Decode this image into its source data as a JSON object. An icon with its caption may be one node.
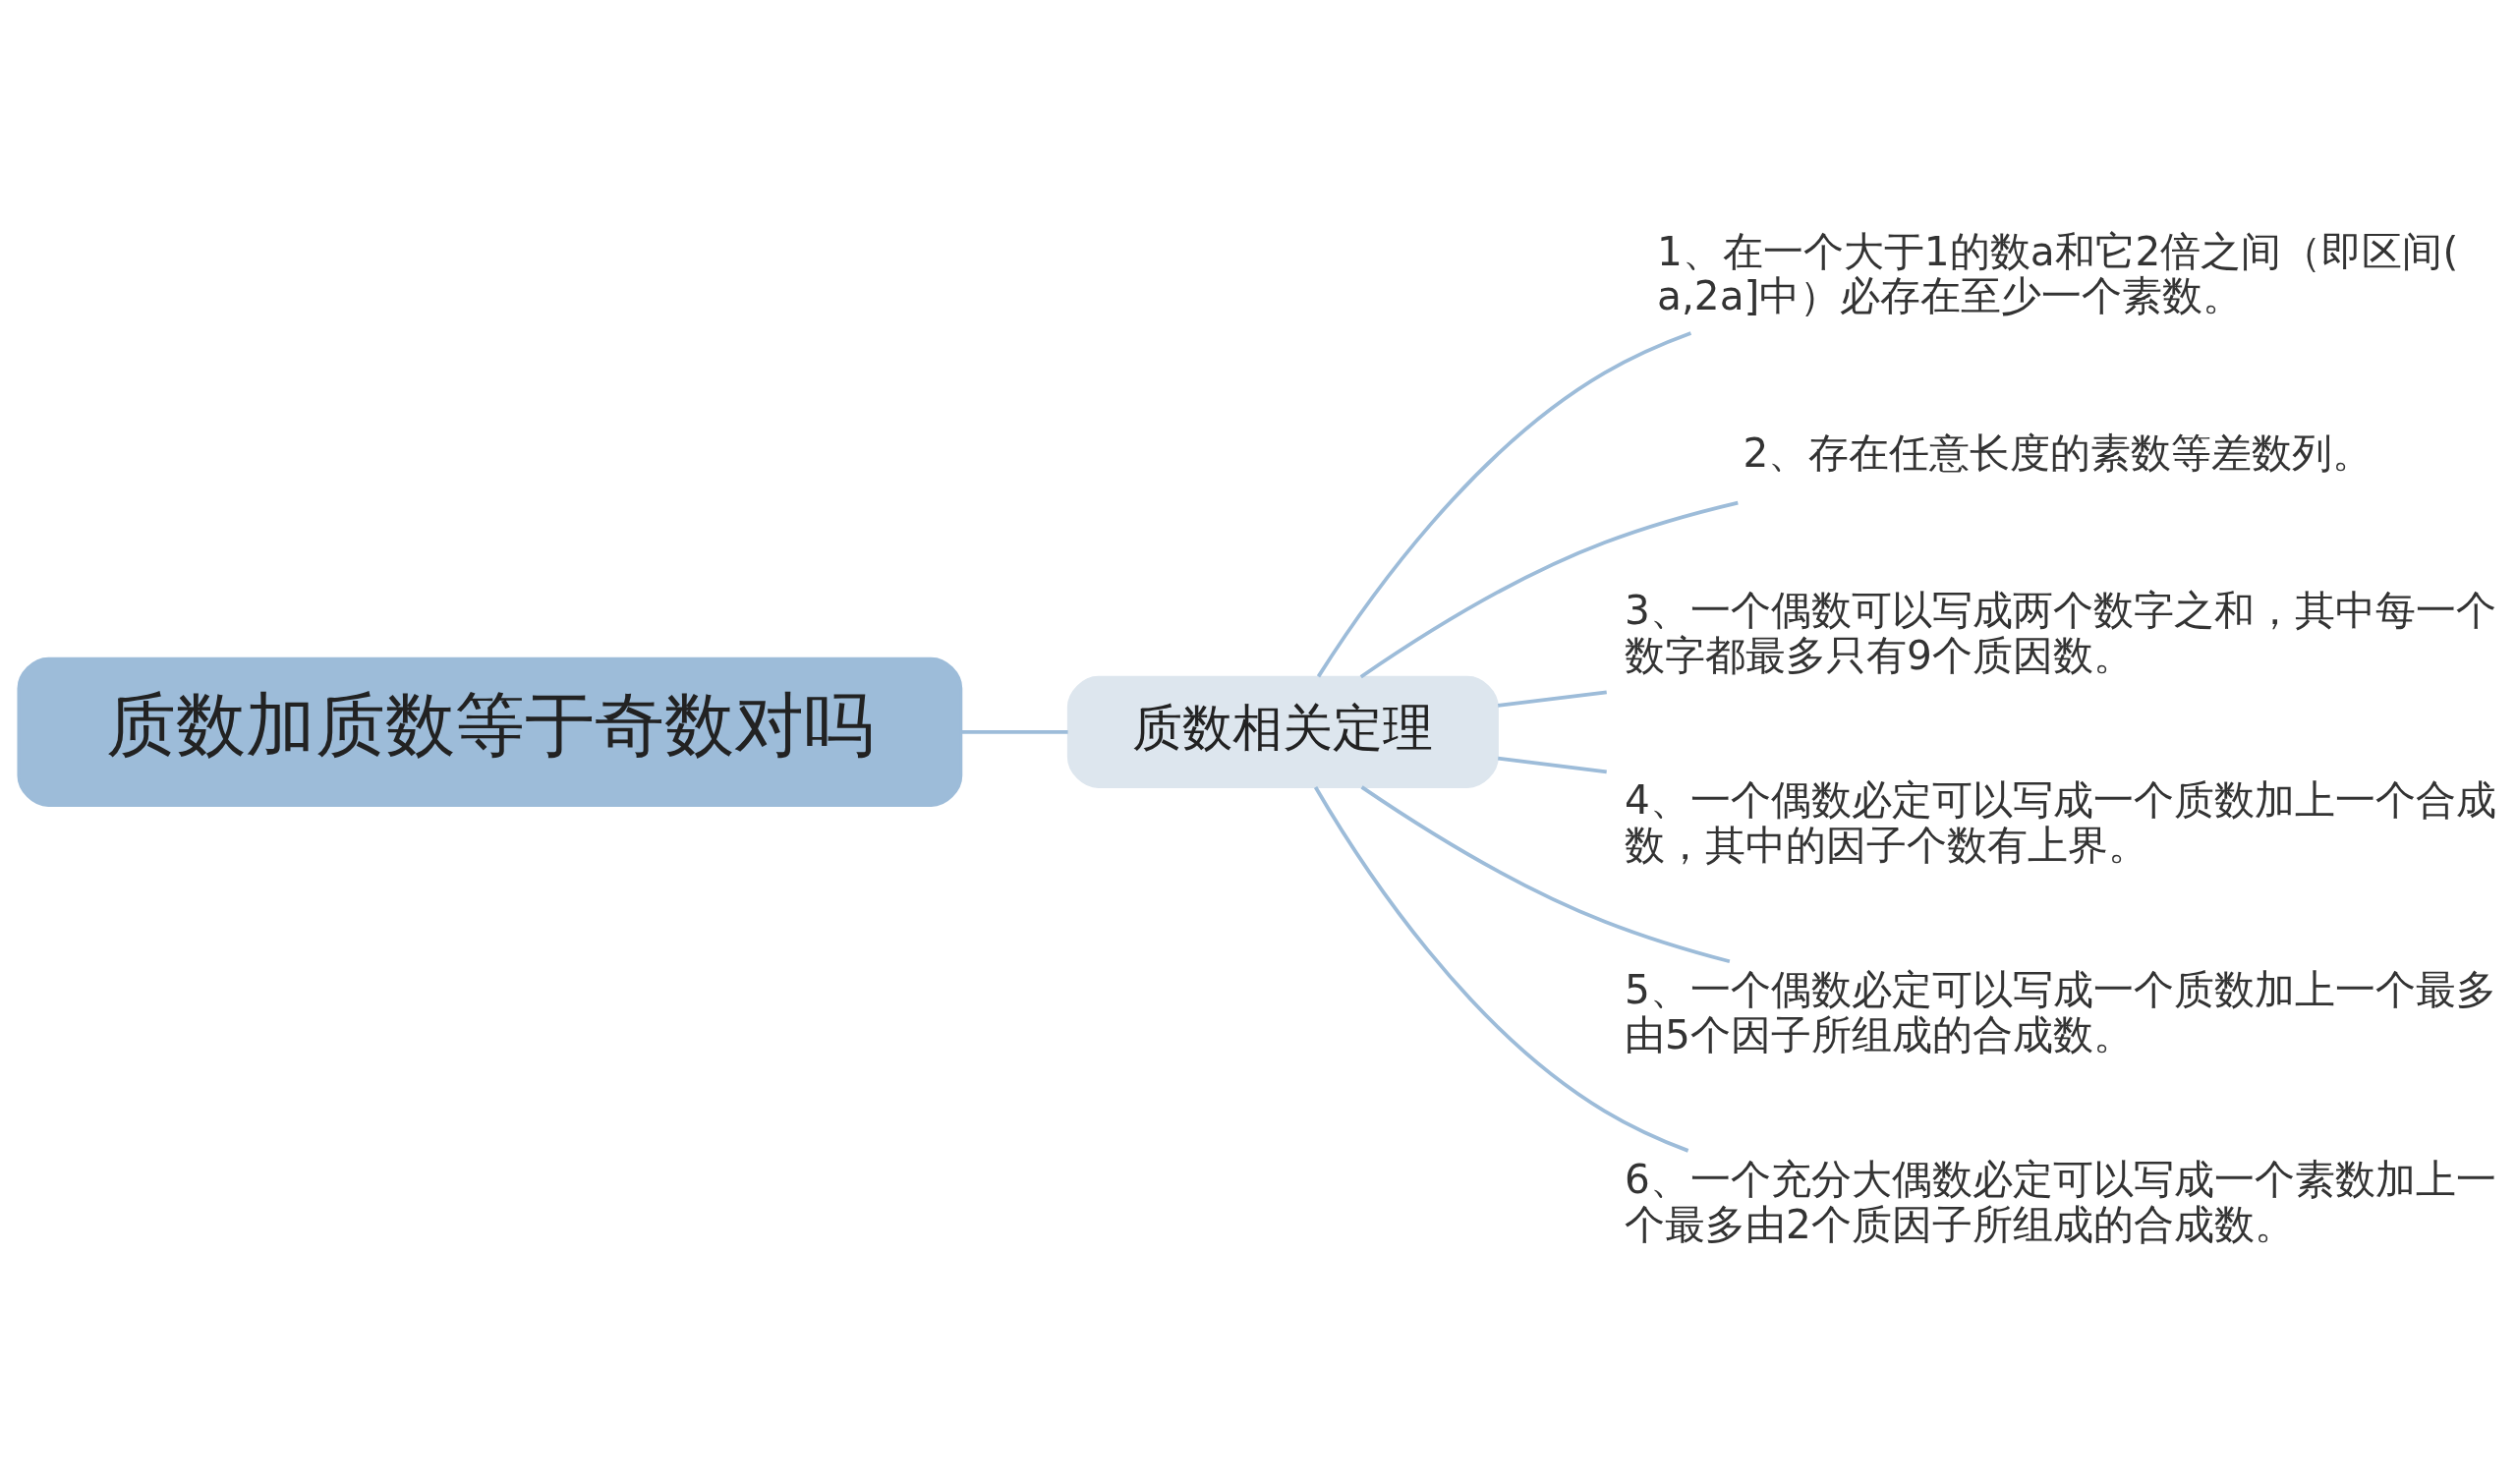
{
  "diagram": {
    "nodes": [
      {
        "text": [
          "质数加质数等于奇数对吗"
        ]
      },
      {
        "text": [
          "质数相关定理"
        ]
      },
      {
        "text": [
          "1、在一个大于1的数a和它2倍之间（即区间(a,2a]中）必存在至少一个素数。"
        ]
      },
      {
        "text": [
          "2、存在任意长度的素数等差数列。"
        ]
      },
      {
        "text": [
          "3、一个偶数可以写成两个数字之和，其中每一个数字都最多只有9个质因数。"
        ]
      },
      {
        "text": [
          "4、一个偶数必定可以写成一个质数加上一个合成数，其中的因子个数有上界。"
        ]
      },
      {
        "text": [
          "5、一个偶数必定可以写成一个质数加上一个最多由5个因子所组成的合成数。"
        ]
      },
      {
        "text": [
          "6、一个充分大偶数必定可以写成一个素数加上一个最多由2个质因子所组成的合成数。"
        ]
      }
    ],
    "edges": [
      {
        "from": 0,
        "to": 1,
        "arrow": "none"
      },
      {
        "from": 1,
        "to": 2,
        "arrow": "none"
      },
      {
        "from": 1,
        "to": 3,
        "arrow": "none"
      },
      {
        "from": 1,
        "to": 4,
        "arrow": "none"
      },
      {
        "from": 1,
        "to": 5,
        "arrow": "none"
      },
      {
        "from": 1,
        "to": 6,
        "arrow": "none"
      },
      {
        "from": 1,
        "to": 7,
        "arrow": "none"
      }
    ]
  }
}
